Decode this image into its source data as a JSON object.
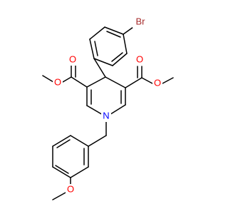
{
  "molecule": {
    "atom_labels": {
      "bromine": "Br",
      "ester_left_carbonyl_o": "O",
      "ester_left_ether_o": "O",
      "ester_right_carbonyl_o": "O",
      "ester_right_ether_o": "O",
      "ring_nitrogen": "N",
      "methoxy_o": "O"
    }
  },
  "colors": {
    "bond": "#000000",
    "oxygen": "#FF0000",
    "nitrogen": "#0000FF",
    "bromine": "#A52A2A",
    "background": "#FFFFFF"
  }
}
